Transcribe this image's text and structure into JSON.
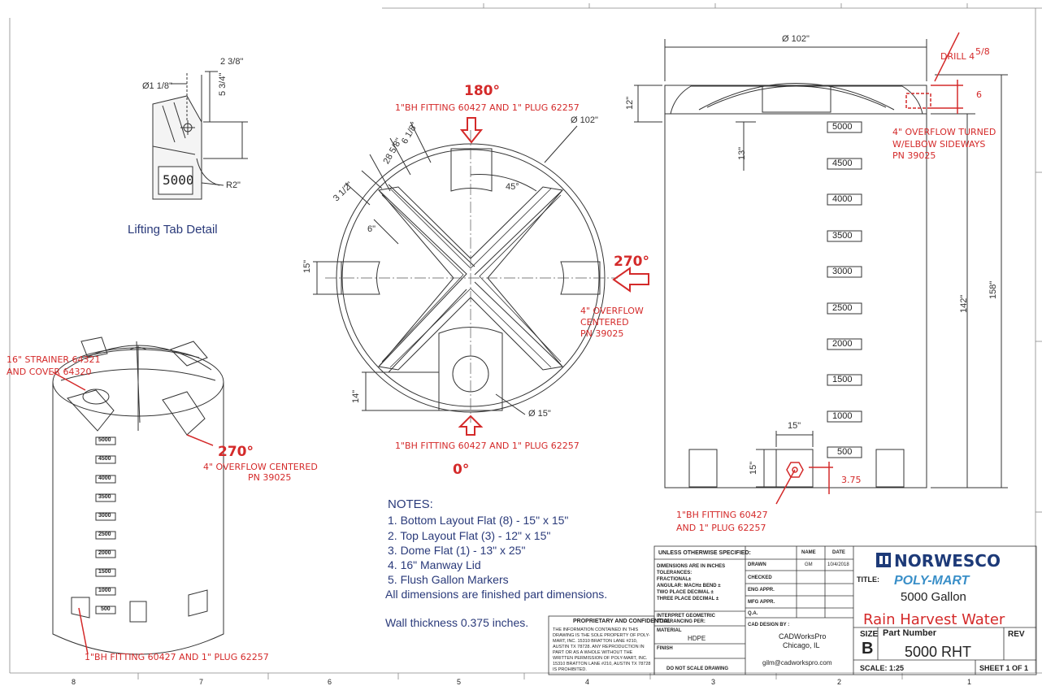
{
  "lifting_tab": {
    "caption": "Lifting Tab Detail",
    "dim_diameter": "Ø1 1/8\"",
    "dim_top": "2 3/8\"",
    "dim_side": "5 3/4\"",
    "dim_radius": "R2\"",
    "tab_label": "5000"
  },
  "top_view": {
    "angle_180": "180°",
    "angle_270": "270°",
    "angle_0": "0°",
    "fitting_top": "1\"BH FITTING 60427 AND 1\" PLUG 62257",
    "fitting_bottom": "1\"BH FITTING 60427 AND 1\" PLUG 62257",
    "overflow_line1": "4\" OVERFLOW",
    "overflow_line2": "CENTERED",
    "overflow_line3": "PN 39025",
    "dim_102": "Ø 102\"",
    "dim_45": "45°",
    "dim_15": "15\"",
    "dim_14": "14\"",
    "dim_6": "6\"",
    "dim_3_half": "3 1/2\"",
    "dim_28_5": "28 5/8\"",
    "dim_6_1_8": "6 1/8\"",
    "dim_manway": "Ø 15\""
  },
  "side_view": {
    "dim_102": "Ø 102\"",
    "drill_label": "DRILL 4",
    "drill_frac": "5/8",
    "drill_6": "6",
    "overflow_line1": "4\" OVERFLOW TURNED",
    "overflow_line2": "W/ELBOW SIDEWAYS",
    "overflow_line3": "PN 39025",
    "dim_12": "12\"",
    "dim_13": "13\"",
    "dim_142": "142\"",
    "dim_158": "158\"",
    "dim_15_top": "15\"",
    "dim_15_side": "15\"",
    "dim_375": "3.75",
    "fitting_line1": "1\"BH FITTING 60427",
    "fitting_line2": "AND 1\" PLUG 62257",
    "gallon_markers": [
      "5000",
      "4500",
      "4000",
      "3500",
      "3000",
      "2500",
      "2000",
      "1500",
      "1000",
      "500"
    ]
  },
  "iso_view": {
    "strainer_line1": "16\" STRAINER  64321",
    "strainer_line2": "AND COVER      64320",
    "angle_270": "270°",
    "overflow_line1": "4\"  OVERFLOW    CENTERED",
    "overflow_line2": "PN 39025",
    "fitting": "1\"BH FITTING 60427 AND 1\" PLUG 62257",
    "markers": [
      "5000",
      "4500",
      "4000",
      "3500",
      "3000",
      "2500",
      "2000",
      "1500",
      "1000",
      "500"
    ]
  },
  "notes": {
    "title": "NOTES:",
    "items": [
      "1.    Bottom Layout Flat (8) - 15\" x 15\"",
      "2.    Top Layout Flat (3) - 12\" x 15\"",
      "3.    Dome Flat (1) - 13\" x 25\"",
      "4.    16\" Manway Lid",
      "5.    Flush Gallon Markers"
    ],
    "finished": "All dimensions are finished part dimensions.",
    "wall": "Wall thickness 0.375 inches."
  },
  "title_block": {
    "proprietary_title": "PROPRIETARY AND CONFIDENTIAL",
    "proprietary_text": "THE INFORMATION CONTAINED IN THIS DRAWING IS THE SOLE PROPERTY OF POLY-MART, INC. 15310 BRATTON LANE #210, AUSTIN TX 78728. ANY REPRODUCTION IN PART OR AS A WHOLE WITHOUT THE WRITTEN PERMISSION OF POLY-MART, INC. 15310 BRATTON LANE #210, AUSTIN TX 78728 IS PROHIBITED.",
    "unless": "UNLESS OTHERWISE SPECIFIED:",
    "dims_inches": "DIMENSIONS ARE IN INCHES",
    "tolerances": "TOLERANCES:",
    "fractional": "FRACTIONAL±",
    "angular": "ANGULAR: MACH±   BEND ±",
    "two_place": "TWO PLACE DECIMAL   ±",
    "three_place": "THREE PLACE DECIMAL   ±",
    "interpret": "INTERPRET GEOMETRIC",
    "tolerancing": "TOLERANCING PER:",
    "material_label": "MATERIAL",
    "material": "HDPE",
    "finish_label": "FINISH",
    "do_not_scale": "DO NOT SCALE DRAWING",
    "name_col": "NAME",
    "date_col": "DATE",
    "drawn": "DRAWN",
    "drawn_name": "GM",
    "drawn_date": "10/4/2018",
    "checked": "CHECKED",
    "eng_appr": "ENG APPR.",
    "mfg_appr": "MFG APPR.",
    "qa": "Q.A.",
    "cad_design_by": "CAD DESIGN BY :",
    "cad_company": "CADWorksPro",
    "cad_city": "Chicago, IL",
    "cad_email": "gilm@cadworkspro.com",
    "brand": "NORWESCO",
    "title_label": "TITLE:",
    "polymart": "POLY-MART",
    "title_gallon": "5000 Gallon",
    "title_red": "Rain Harvest Water",
    "size_label": "SIZE",
    "size_value": "B",
    "part_label": "Part  Number",
    "part_value": "5000 RHT",
    "rev_label": "REV",
    "scale": "SCALE: 1:25",
    "sheet": "SHEET 1 OF 1"
  },
  "border_numbers": [
    "8",
    "7",
    "6",
    "5",
    "4",
    "3",
    "2",
    "1"
  ],
  "colors": {
    "red": "#d42a2a",
    "notes_blue": "#2a3a7a",
    "polymart_blue": "#3a8fc8"
  }
}
